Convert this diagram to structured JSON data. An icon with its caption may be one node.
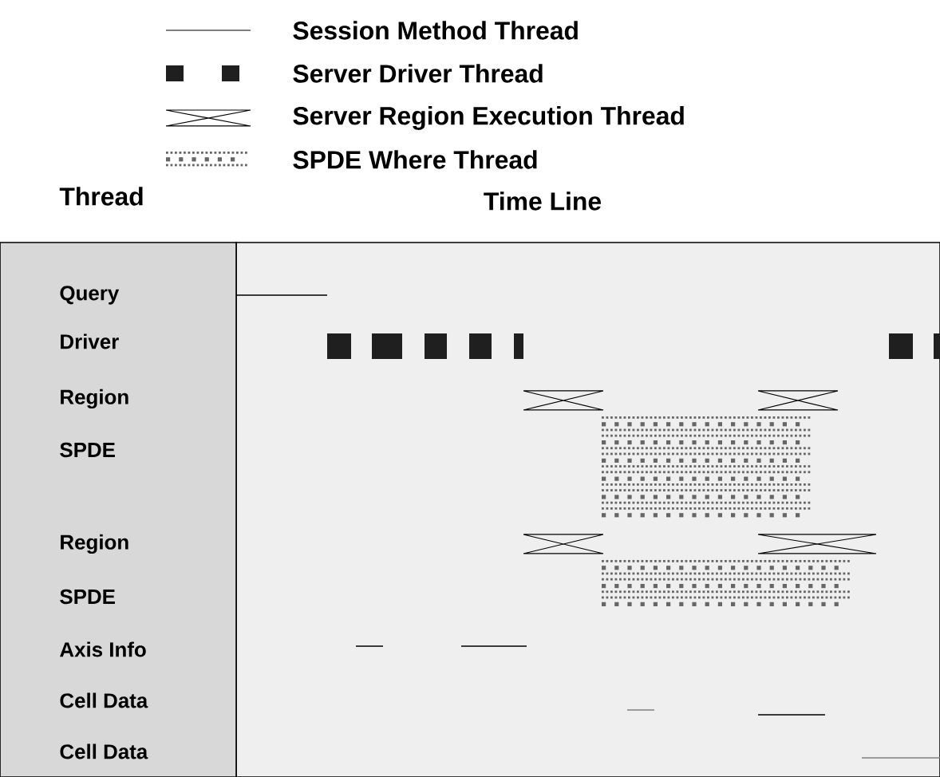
{
  "diagram": {
    "labels": [
      "Thread",
      "Time Line",
      "Query",
      "Driver",
      "Region",
      "SPDE",
      "Region",
      "SPDE",
      "Axis Info",
      "Cell Data",
      "Cell Data"
    ],
    "legend": [
      {
        "text": "Session Method Thread"
      },
      {
        "text": "Server Driver Thread"
      },
      {
        "text": "Server Region Execution Thread"
      },
      {
        "text": "SPDE Where Thread"
      }
    ]
  }
}
